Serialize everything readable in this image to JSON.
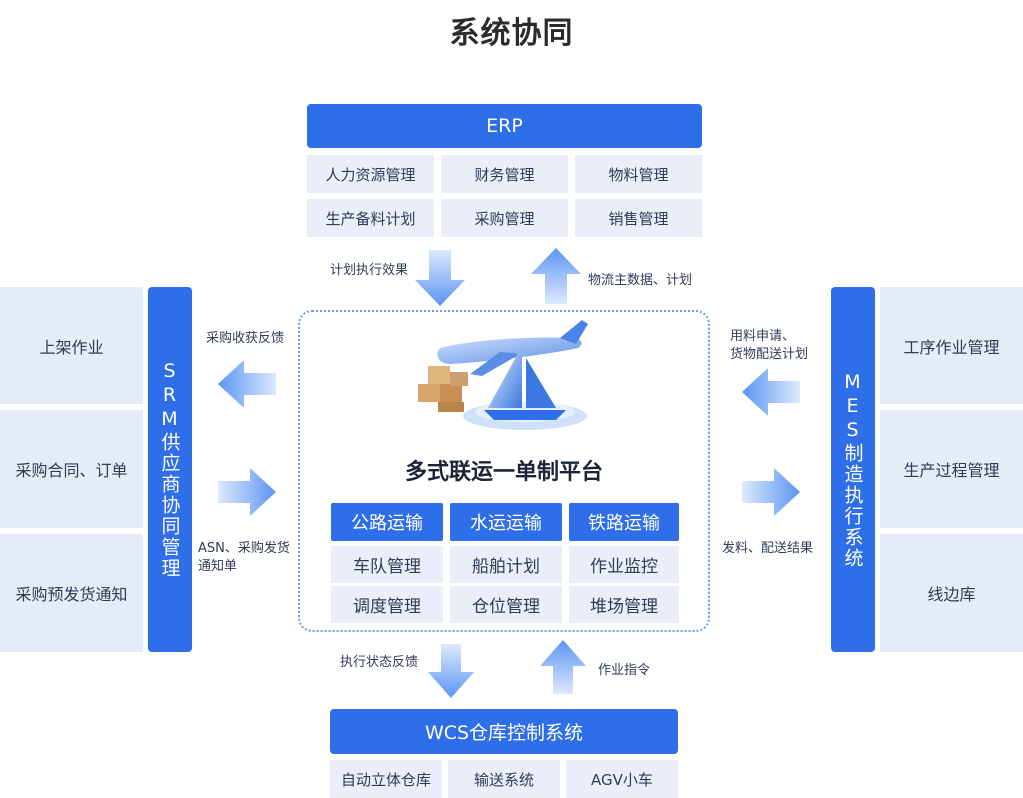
{
  "title": "系统协同",
  "erp": {
    "header": "ERP",
    "cells": [
      "人力资源管理",
      "财务管理",
      "物料管理",
      "生产备料计划",
      "采购管理",
      "销售管理"
    ]
  },
  "srm": {
    "label": "SRM供应商协同管理",
    "cells": [
      "上架作业",
      "采购合同、订单",
      "采购预发货通知"
    ]
  },
  "mes": {
    "label": "MES制造执行系统",
    "cells": [
      "工序作业管理",
      "生产过程管理",
      "线边库"
    ]
  },
  "wcs": {
    "header": "WCS仓库控制系统",
    "cells": [
      "自动立体仓库",
      "输送系统",
      "AGV小车"
    ]
  },
  "platform": {
    "title": "多式联运一单制平台",
    "columns": [
      {
        "header": "公路运输",
        "items": [
          "车队管理",
          "调度管理"
        ]
      },
      {
        "header": "水运运输",
        "items": [
          "船舶计划",
          "仓位管理"
        ]
      },
      {
        "header": "铁路运输",
        "items": [
          "作业监控",
          "堆场管理"
        ]
      }
    ]
  },
  "flows": {
    "erp_down": "计划执行效果",
    "erp_up": "物流主数据、计划",
    "srm_out": "采购收获反馈",
    "srm_in_line1": "ASN、采购发货",
    "srm_in_line2": "通知单",
    "mes_in_line1": "用料申请、",
    "mes_in_line2": "货物配送计划",
    "mes_out": "发料、配送结果",
    "wcs_down": "执行状态反馈",
    "wcs_up": "作业指令"
  },
  "colors": {
    "primary": "#2e6ee8",
    "cell_bg": "#e9eef8",
    "arrow": "#6aa1f5"
  }
}
